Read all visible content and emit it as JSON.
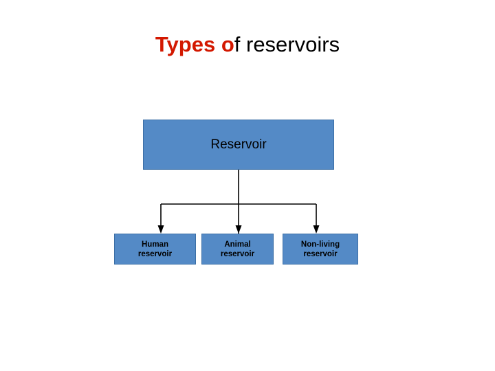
{
  "slide": {
    "background_color": "#ffffff",
    "title": {
      "emphasis_text": "Types o",
      "emphasis_color": "#d31800",
      "rest_text": "f reservoirs",
      "rest_color": "#000000",
      "full_text": "Types of reservoirs"
    }
  },
  "diagram": {
    "type": "hierarchy",
    "node_fill_color": "#548ac6",
    "node_border_color": "#3b6ea5",
    "connector_color": "#000000",
    "root": {
      "label": "Reservoir"
    },
    "children": [
      {
        "label": "Human reservoir",
        "line1": "Human",
        "line2": "reservoir"
      },
      {
        "label": "Animal reservoir",
        "line1": "Animal",
        "line2": "reservoir"
      },
      {
        "label": "Non-living reservoir",
        "line1": "Non-living",
        "line2": "reservoir"
      }
    ]
  }
}
